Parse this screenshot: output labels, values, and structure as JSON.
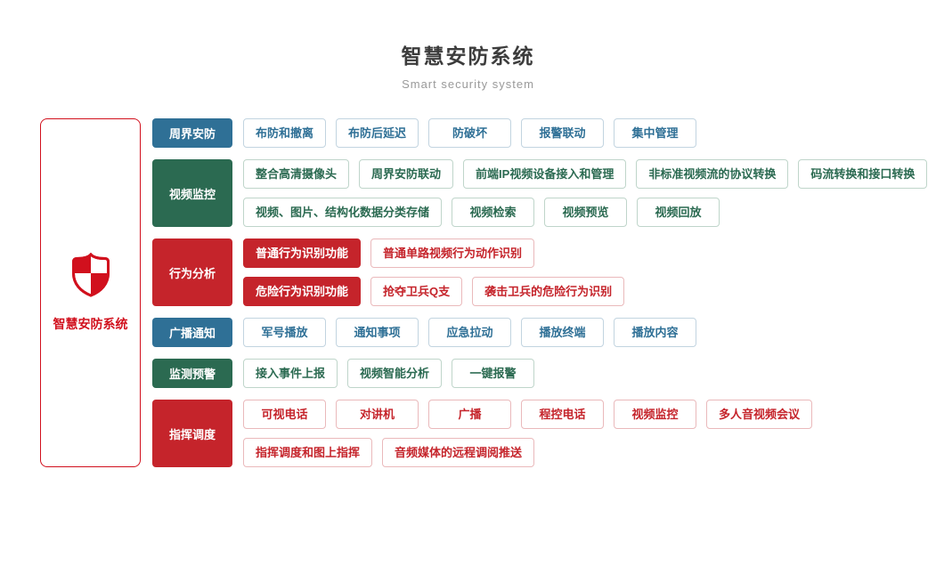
{
  "header": {
    "title": "智慧安防系统",
    "subtitle": "Smart security system"
  },
  "root": {
    "label": "智慧安防系统",
    "icon": "shield-icon",
    "accent_color": "#d1101d"
  },
  "colors": {
    "blue": "#2f7096",
    "green": "#2b6a51",
    "red": "#c5242b"
  },
  "rows": [
    {
      "category": "周界安防",
      "color": "blue",
      "lines": [
        [
          {
            "label": "布防和撤离"
          },
          {
            "label": "布防后延迟"
          },
          {
            "label": "防破坏"
          },
          {
            "label": "报警联动"
          },
          {
            "label": "集中管理"
          }
        ]
      ]
    },
    {
      "category": "视频监控",
      "color": "green",
      "lines": [
        [
          {
            "label": "整合高清摄像头"
          },
          {
            "label": "周界安防联动"
          },
          {
            "label": "前端IP视频设备接入和管理"
          },
          {
            "label": "非标准视频流的协议转换"
          },
          {
            "label": "码流转换和接口转换"
          }
        ],
        [
          {
            "label": "视频、图片、结构化数据分类存储"
          },
          {
            "label": "视频检索"
          },
          {
            "label": "视频预览"
          },
          {
            "label": "视频回放"
          }
        ]
      ]
    },
    {
      "category": "行为分析",
      "color": "red",
      "lines": [
        [
          {
            "label": "普通行为识别功能",
            "filled": true
          },
          {
            "label": "普通单路视频行为动作识别"
          }
        ],
        [
          {
            "label": "危险行为识别功能",
            "filled": true
          },
          {
            "label": "抢夺卫兵Q支"
          },
          {
            "label": "袭击卫兵的危险行为识别"
          }
        ]
      ]
    },
    {
      "category": "广播通知",
      "color": "blue",
      "lines": [
        [
          {
            "label": "军号播放"
          },
          {
            "label": "通知事项"
          },
          {
            "label": "应急拉动"
          },
          {
            "label": "播放终端"
          },
          {
            "label": "播放内容"
          }
        ]
      ]
    },
    {
      "category": "监测预警",
      "color": "green",
      "lines": [
        [
          {
            "label": "接入事件上报"
          },
          {
            "label": "视频智能分析"
          },
          {
            "label": "一键报警"
          }
        ]
      ]
    },
    {
      "category": "指挥调度",
      "color": "red",
      "lines": [
        [
          {
            "label": "可视电话"
          },
          {
            "label": "对讲机"
          },
          {
            "label": "广播"
          },
          {
            "label": "程控电话"
          },
          {
            "label": "视频监控"
          },
          {
            "label": "多人音视频会议"
          }
        ],
        [
          {
            "label": "指挥调度和图上指挥"
          },
          {
            "label": "音频媒体的远程调阅推送"
          }
        ]
      ]
    }
  ]
}
